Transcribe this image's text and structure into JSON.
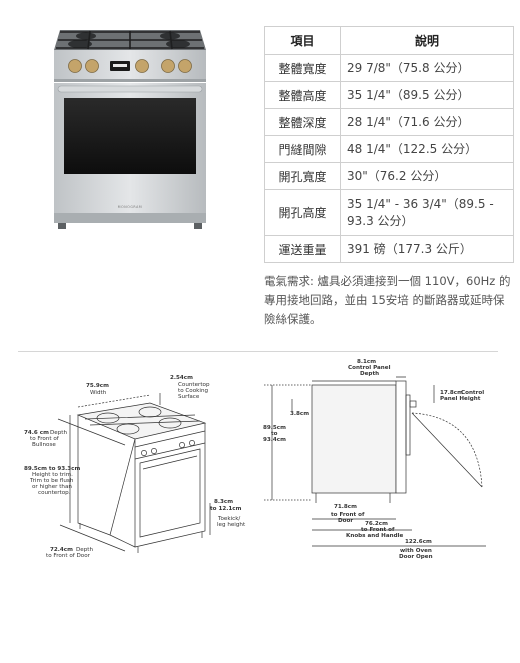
{
  "product_image": {
    "brand_wordmark": "MONOGRAM"
  },
  "spec_table": {
    "headers": [
      "項目",
      "說明"
    ],
    "rows": [
      {
        "label": "整體寬度",
        "value": "29 7/8\"（75.8 公分）"
      },
      {
        "label": "整體高度",
        "value": "35 1/4\"（89.5 公分）"
      },
      {
        "label": "整體深度",
        "value": "28 1/4\"（71.6 公分）"
      },
      {
        "label": "門縫間隙",
        "value": "48 1/4\"（122.5 公分）"
      },
      {
        "label": "開孔寬度",
        "value": "30\"（76.2 公分）"
      },
      {
        "label": "開孔高度",
        "value": "35 1/4\" - 36 3/4\"（89.5 - 93.3 公分）"
      },
      {
        "label": "運送重量",
        "value": "391 磅（177.3 公斤）"
      }
    ]
  },
  "electrical_note": "電氣需求: 爐具必須連接到一個 110V，60Hz 的專用接地回路，並由 15安培 的斷路器或延時保險絲保護。",
  "diagram_labels": {
    "front": {
      "width_value": "75.9cm",
      "width_label": "Width",
      "countertop_value": "2.54cm",
      "countertop_line1": "Countertop",
      "countertop_line2": "to Cooking",
      "countertop_line3": "Surface",
      "depth_bullnose_value": "74.6 cm",
      "depth_bullnose_line1": "Depth",
      "depth_bullnose_line2": "to Front of",
      "depth_bullnose_line3": "Bullnose",
      "height_value": "89.5cm to 93.3cm",
      "height_line1": "Height to trim.",
      "height_line2": "Trim to be flush",
      "height_line3": "or higher than",
      "height_line4": "countertop.",
      "toekick_value1": "8.3cm",
      "toekick_value2": "to 12.1cm",
      "toekick_line1": "Toekick/",
      "toekick_line2": "leg height",
      "depth_door_value": "72.4cm",
      "depth_door_line1": "Depth",
      "depth_door_line2": "to Front of Door"
    },
    "side": {
      "control_panel_value": "8.1cm",
      "control_panel_line1": "Control Panel",
      "control_panel_line2": "Depth",
      "control_height_value": "17.8cm",
      "control_height_line1": "Control",
      "control_height_line2": "Panel Height",
      "top_gap_value": "3.8cm",
      "height_value": "89.5cm",
      "height_to": "to",
      "height_value2": "93.4cm",
      "front_door_value": "71.8cm",
      "front_door_line1": "to Front of",
      "front_door_line2": "Door",
      "knobs_value": "76.2cm",
      "knobs_line1": "to Front of",
      "knobs_line2": "Knobs and Handle",
      "oven_open_value": "122.6cm",
      "oven_open_line1": "with Oven",
      "oven_open_line2": "Door Open"
    }
  }
}
